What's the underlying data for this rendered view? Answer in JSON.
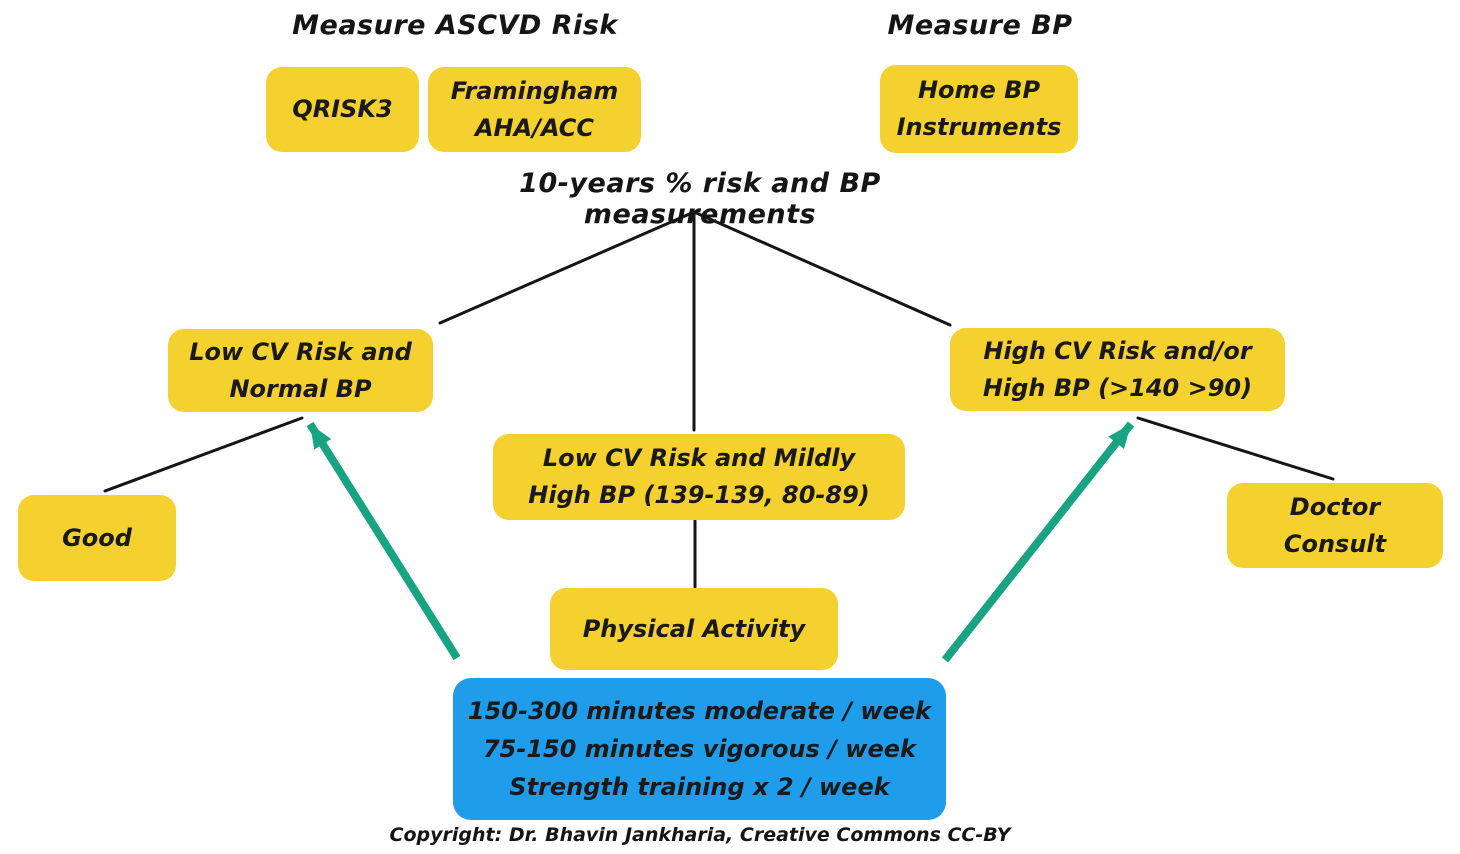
{
  "colors": {
    "node_yellow": "#F5D130",
    "node_blue": "#1F9CEA",
    "arrow_teal": "#18A383",
    "line_black": "#151515",
    "background": "#FFFFFF"
  },
  "headers": {
    "ascvd": "Measure ASCVD Risk",
    "bp": "Measure BP"
  },
  "flow": {
    "label": "10-years % risk and BP measurements"
  },
  "nodes": {
    "qrisk3": {
      "label": "QRISK3"
    },
    "framingham": {
      "lines": [
        "Framingham",
        "AHA/ACC"
      ]
    },
    "home_bp": {
      "lines": [
        "Home BP",
        "Instruments"
      ]
    },
    "low_risk": {
      "lines": [
        "Low CV Risk and",
        "Normal BP"
      ]
    },
    "high_risk": {
      "lines": [
        "High CV Risk and/or",
        "High BP (>140 >90)"
      ]
    },
    "mild_risk": {
      "lines": [
        "Low CV Risk and Mildly",
        "High BP (139-139, 80-89)"
      ]
    },
    "good": {
      "label": "Good"
    },
    "doctor": {
      "label": "Doctor Consult"
    },
    "physical": {
      "label": "Physical Activity"
    },
    "activity": {
      "lines": [
        "150-300 minutes moderate / week",
        "75-150 minutes vigorous / week",
        "Strength training x 2 / week"
      ]
    }
  },
  "footer": {
    "copyright": "Copyright: Dr. Bhavin Jankharia, Creative Commons CC-BY"
  }
}
